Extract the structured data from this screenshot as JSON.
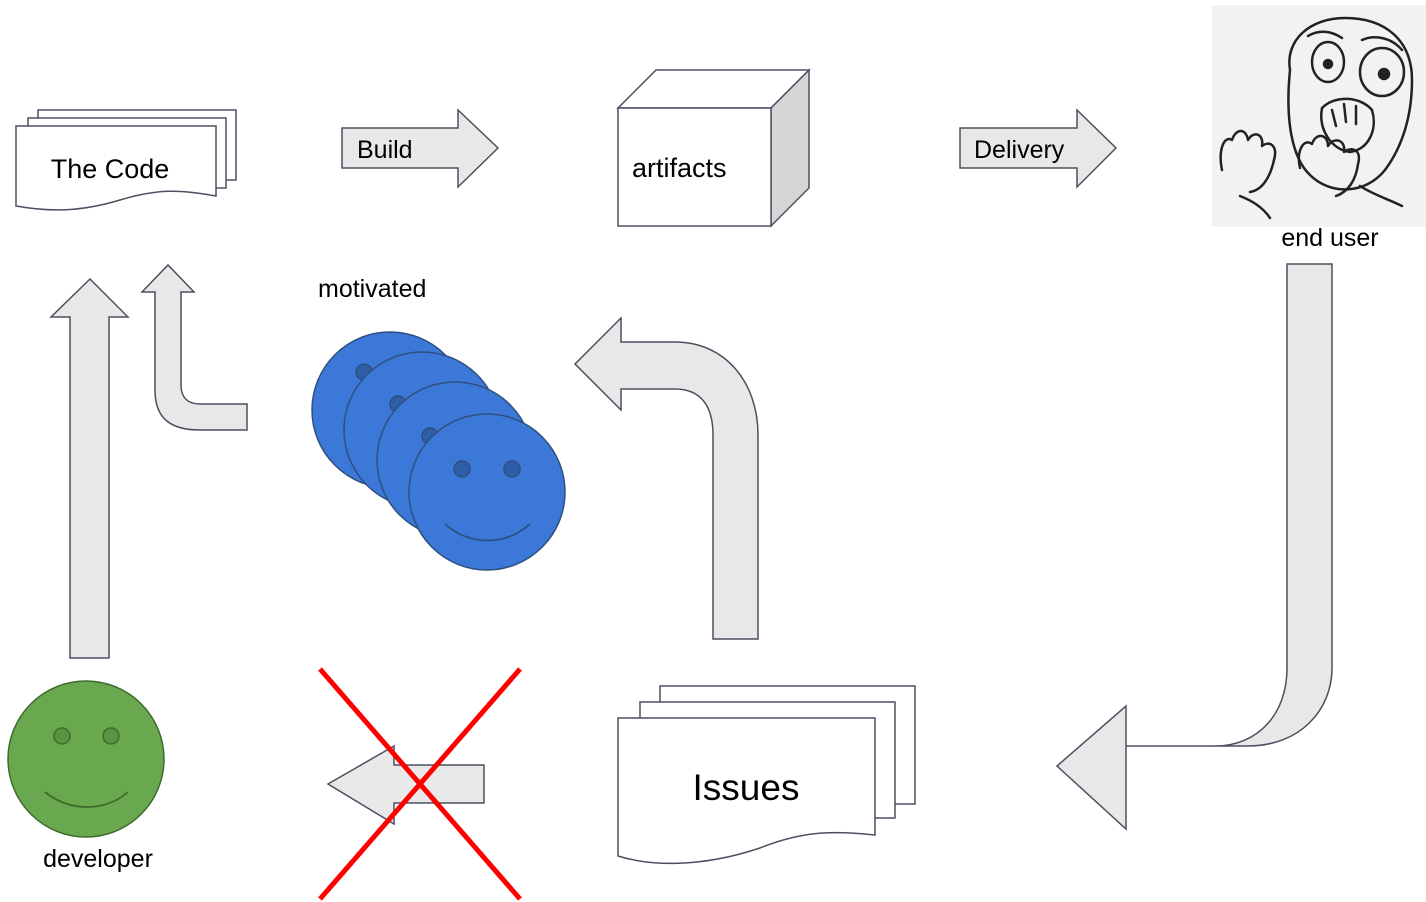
{
  "labels": {
    "the_code": "The Code",
    "build": "Build",
    "artifacts": "artifacts",
    "delivery": "Delivery",
    "end_user": "end user",
    "motivated": "motivated",
    "issues": "Issues",
    "developer": "developer"
  },
  "icons": {
    "end_user_face": "screaming-face-drawing",
    "motivated_faces": "smiley-face",
    "developer_face": "smiley-face",
    "cross": "red-x-cross"
  },
  "colors": {
    "arrow_fill": "#e8e8e8",
    "stroke": "#4a5060",
    "motivated_face": "#3c78d8",
    "developer_face": "#6aa84f",
    "cross": "#ff0000",
    "cube_side": "#d6d6d6"
  }
}
